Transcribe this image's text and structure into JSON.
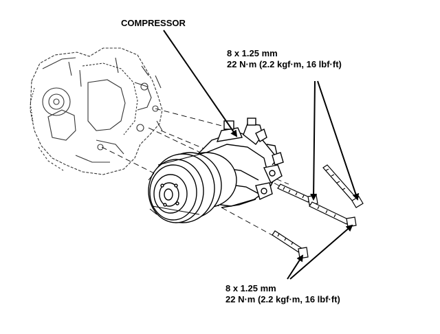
{
  "labels": {
    "compressor": "COMPRESSOR",
    "bolt_spec_top": {
      "size": "8 x 1.25 mm",
      "torque": "22 N·m (2.2 kgf·m, 16 lbf·ft)"
    },
    "bolt_spec_bottom": {
      "size": "8 x 1.25 mm",
      "torque": "22 N·m (2.2 kgf·m, 16 lbf·ft)"
    }
  },
  "colors": {
    "ink": "#000000",
    "paper": "#ffffff"
  }
}
